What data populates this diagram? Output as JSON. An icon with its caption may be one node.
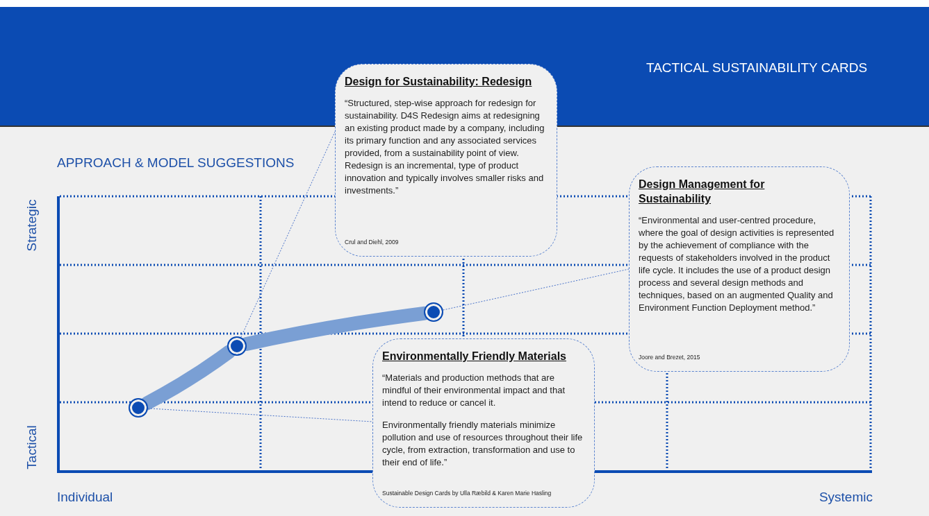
{
  "diagram": {
    "nodes": [
      {
        "text": [
          "Design for Sustainability: Redesign",
          "“Structured, step-wise approach for redesign for sustainability. D4S Redesign aims at redesigning an existing product made by a company, including its primary function and any associated services provided, from a sustainability point of view. Redesign is an incremental, type of product innovation and typically involves smaller risks and investments.”",
          "Crul and Diehl, 2009"
        ]
      },
      {
        "text": [
          "Design Management for Sustainability",
          "“Environmental and user-centred procedure, where the goal of design activities is represented by the achievement of compliance with the requests of stakeholders involved in the product life cycle. It includes the use of a product design process and several design methods and techniques, based on an augmented Quality and Environment Function Deployment method.”",
          "Joore and Brezet, 2015"
        ]
      },
      {
        "text": [
          "Environmentally Friendly Materials",
          "“Materials and production methods that are mindful of their environmental impact and that intend to reduce or cancel it.",
          "Environmentally friendly materials minimize pollution and use of resources throughout their life cycle, from extraction, transformation and use to their end of life.”",
          "Sustainable Design Cards by Ulla Ræbild & Karen Marie Hasling"
        ]
      },
      {
        "text": [],
        "shape": "circle"
      },
      {
        "text": [],
        "shape": "circle"
      },
      {
        "text": [],
        "shape": "circle"
      }
    ],
    "edges": [
      {
        "from": 3,
        "to": 4,
        "arrow": "none",
        "style": "thick",
        "color": "#7a9fd4"
      },
      {
        "from": 4,
        "to": 5,
        "arrow": "none",
        "style": "thick",
        "color": "#7a9fd4"
      },
      {
        "from": 3,
        "to": 2,
        "arrow": "none",
        "style": "dashed"
      },
      {
        "from": 4,
        "to": 0,
        "arrow": "none",
        "style": "dashed"
      },
      {
        "from": 5,
        "to": 1,
        "arrow": "none",
        "style": "dashed"
      }
    ],
    "labels": [
      "TACTICAL SUSTAINABILITY CARDS",
      "APPROACH & MODEL SUGGESTIONS",
      "Strategic",
      "Tactical",
      "Individual",
      "Systemic"
    ]
  }
}
